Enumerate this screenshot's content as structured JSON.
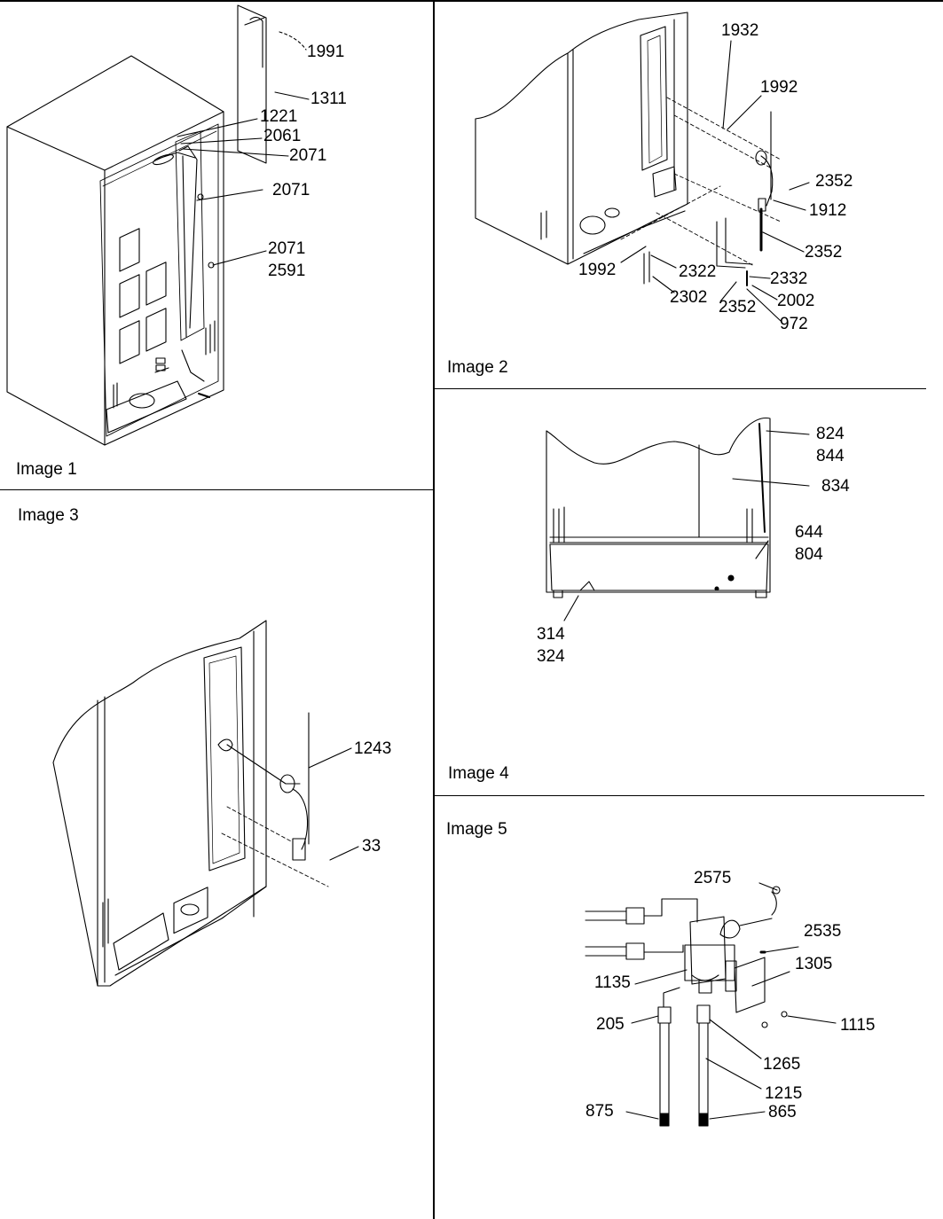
{
  "panels": [
    {
      "title": "Image 1",
      "labels": [
        "1991",
        "1311",
        "1221",
        "2061",
        "2071",
        "2071",
        "2071",
        "2591"
      ]
    },
    {
      "title": "Image 2",
      "labels": [
        "1932",
        "1992",
        "2352",
        "1912",
        "2352",
        "1992",
        "2322",
        "2332",
        "2302",
        "2002",
        "2352",
        "972"
      ]
    },
    {
      "title": "Image 3",
      "labels": [
        "1243",
        "33"
      ]
    },
    {
      "title": "Image 4",
      "labels": [
        "824",
        "844",
        "834",
        "644",
        "804",
        "314",
        "324"
      ]
    },
    {
      "title": "Image 5",
      "labels": [
        "2575",
        "2535",
        "1305",
        "1135",
        "1115",
        "205",
        "1265",
        "1215",
        "875",
        "865"
      ]
    }
  ]
}
